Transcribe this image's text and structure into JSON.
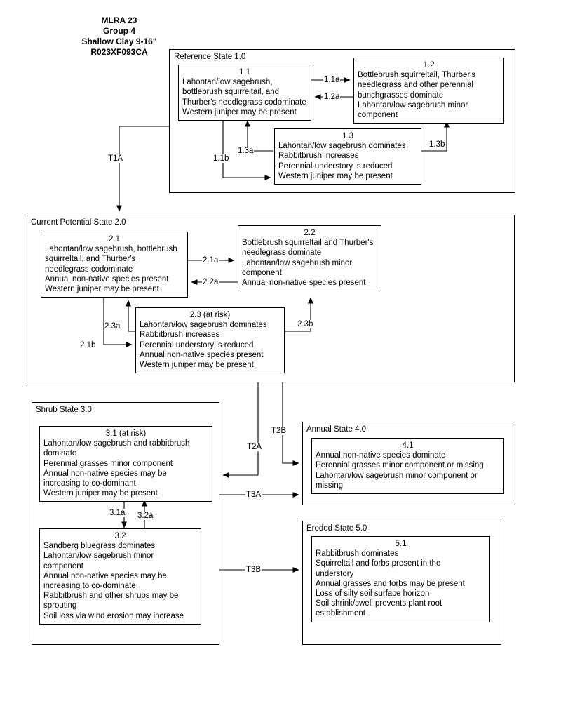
{
  "title_block": {
    "line1": "MLRA 23",
    "line2": "Group 4",
    "line3": "Shallow Clay 9-16\"",
    "line4": "R023XF093CA"
  },
  "states": [
    {
      "id": "state-1",
      "label": "Reference State 1.0"
    },
    {
      "id": "state-2",
      "label": "Current Potential State 2.0"
    },
    {
      "id": "state-3",
      "label": "Shrub State 3.0"
    },
    {
      "id": "state-4",
      "label": "Annual State 4.0"
    },
    {
      "id": "state-5",
      "label": "Eroded State 5.0"
    }
  ],
  "communities": {
    "c11": {
      "number": "1.1",
      "lines": [
        "Lahontan/low sagebrush,",
        "bottlebrush squirreltail, and",
        "Thurber's needlegrass codominate",
        "Western juniper may be present"
      ]
    },
    "c12": {
      "number": "1.2",
      "lines": [
        "Bottlebrush squirreltail, Thurber's",
        "needlegrass and other perennial",
        "bunchgrasses dominate",
        "Lahontan/low sagebrush minor",
        "component"
      ]
    },
    "c13": {
      "number": "1.3",
      "lines": [
        "Lahontan/low sagebrush dominates",
        "Rabbitbrush increases",
        "Perennial understory is reduced",
        "Western juniper may be present"
      ]
    },
    "c21": {
      "number": "2.1",
      "lines": [
        "Lahontan/low sagebrush, bottlebrush",
        "squirreltail, and Thurber's",
        "needlegrass codominate",
        "Annual non-native species present",
        "Western juniper may be present"
      ]
    },
    "c22": {
      "number": "2.2",
      "lines": [
        "Bottlebrush squirreltail and Thurber's",
        "needlegrass dominate",
        "Lahontan/low sagebrush minor",
        "component",
        "Annual non-native species present"
      ]
    },
    "c23": {
      "number": "2.3 (at risk)",
      "lines": [
        "Lahontan/low sagebrush dominates",
        "Rabbitbrush increases",
        "Perennial understory is reduced",
        "Annual non-native species present",
        "Western juniper may be present"
      ]
    },
    "c31": {
      "number": "3.1 (at risk)",
      "lines": [
        "Lahontan/low sagebrush and rabbitbrush",
        "dominate",
        "Perennial grasses minor component",
        "Annual non-native species may be",
        "increasing to co-dominant",
        "Western juniper may be present"
      ]
    },
    "c32": {
      "number": "3.2",
      "lines": [
        "Sandberg bluegrass dominates",
        "Lahontan/low sagebrush minor",
        "component",
        "Annual non-native species may be",
        "increasing to co-dominate",
        "Rabbitbrush and other shrubs may be",
        "sprouting",
        "Soil loss via wind erosion may increase"
      ]
    },
    "c41": {
      "number": "4.1",
      "lines": [
        "Annual non-native species dominate",
        "Perennial grasses minor component or missing",
        "Lahontan/low sagebrush minor component or",
        "missing"
      ]
    },
    "c51": {
      "number": "5.1",
      "lines": [
        "Rabbitbrush dominates",
        "Squirreltail and forbs present in the",
        "understory",
        "Annual grasses and forbs may be present",
        "Loss of silty soil surface horizon",
        "Soil shrink/swell prevents plant root",
        "establishment"
      ]
    }
  },
  "pathway_labels": {
    "p11a": "1.1a",
    "p12a": "1.2a",
    "p11b": "1.1b",
    "p13a": "1.3a",
    "p13b": "1.3b",
    "p21a": "2.1a",
    "p22a": "2.2a",
    "p21b": "2.1b",
    "p23a": "2.3a",
    "p23b": "2.3b",
    "p31a": "3.1a",
    "p32a": "3.2a"
  },
  "transition_labels": {
    "t1a": "T1A",
    "t2a": "T2A",
    "t2b": "T2B",
    "t3a": "T3A",
    "t3b": "T3B"
  },
  "colors": {
    "line": "#000000",
    "background": "#ffffff",
    "text": "#000000"
  }
}
